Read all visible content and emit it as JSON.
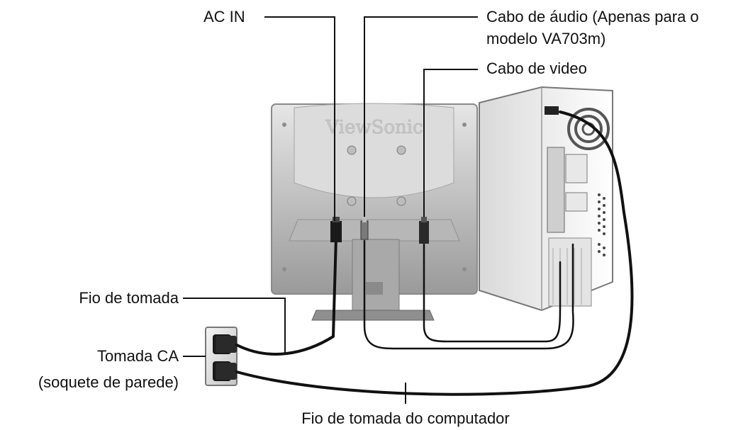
{
  "brand": "ViewSonic",
  "labels": {
    "ac_in": "AC IN",
    "audio_cable_line1": "Cabo de áudio (Apenas para o",
    "audio_cable_line2": "modelo VA703m)",
    "video_cable": "Cabo de video",
    "power_cord": "Fio de tomada",
    "ac_outlet_line1": "Tomada CA",
    "ac_outlet_line2": "(soquete de parede)",
    "computer_power_cord": "Fio de tomada do computador"
  },
  "colors": {
    "cable": "#111111",
    "monitor_body": "#cfcfcf",
    "pc_body": "#f2f2f2"
  },
  "icons": [
    "monitor-back",
    "computer-tower",
    "wall-outlet",
    "power-plug",
    "audio-plug",
    "vga-connector"
  ]
}
